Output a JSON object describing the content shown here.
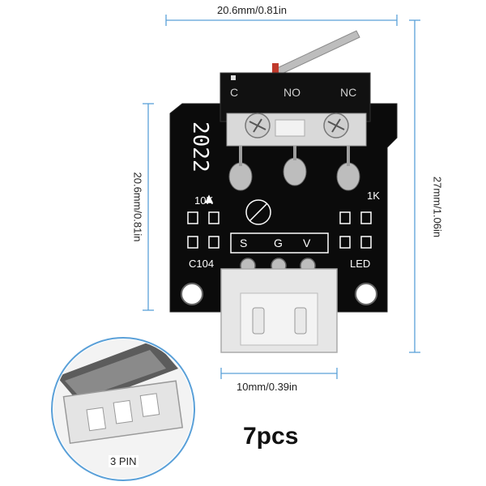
{
  "dimensions": {
    "top_width": "20.6mm/0.81in",
    "left_height": "20.6mm/0.81in",
    "right_height": "27mm/1.06in",
    "connector_width": "10mm/0.39in"
  },
  "switch_labels": {
    "c": "C",
    "no": "NO",
    "nc": "NC"
  },
  "board_labels": {
    "r1": "10K",
    "r2": "1K",
    "cap": "C104",
    "led": "LED",
    "pin_s": "S",
    "pin_g": "G",
    "pin_v": "V",
    "silk_code": "2022"
  },
  "quantity": "7pcs",
  "inset_label": "3 PIN",
  "colors": {
    "pcb": "#0b0b0b",
    "dimension_line": "#5aa0d8",
    "connector": "#e6e6e6",
    "switch_body": "#111111",
    "lever": "#b9b9b9",
    "silkscreen": "#ffffff"
  }
}
